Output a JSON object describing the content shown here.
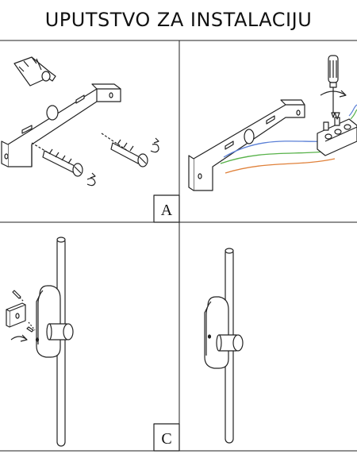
{
  "header": {
    "title": "UPUTSTVO ZA INSTALACIJU"
  },
  "panels": [
    {
      "id": "A",
      "label": "A",
      "caption": "wall bracket mounting with dowels and screws"
    },
    {
      "id": "B",
      "label": "",
      "caption": "wire connection to terminal block"
    },
    {
      "id": "C",
      "label": "C",
      "caption": "fixture attachment to bracket"
    },
    {
      "id": "D",
      "label": "",
      "caption": "installed wall lamp"
    }
  ],
  "colors": {
    "line": "#222222",
    "wire_blue": "#5a7fd6",
    "wire_green": "#58b24a",
    "wire_orange": "#e0813a"
  }
}
